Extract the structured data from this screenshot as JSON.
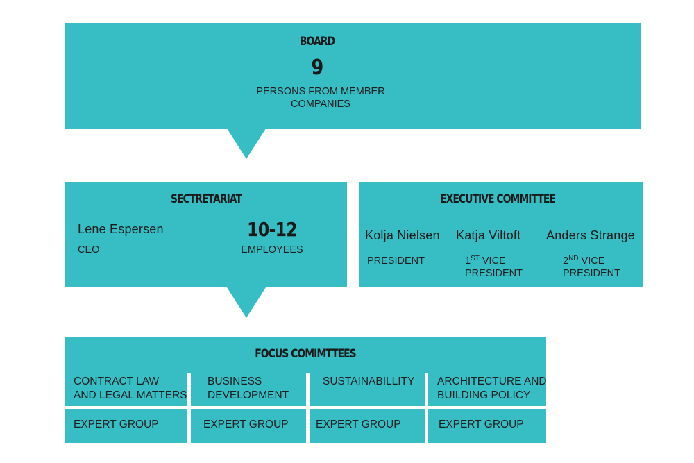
{
  "board": {
    "title": "BOARD",
    "count": "9",
    "caption_line1": "PERSONS FROM MEMBER",
    "caption_line2": "COMPANIES"
  },
  "secretariat": {
    "title": "SECTRETARIAT",
    "person_name": "Lene Espersen",
    "person_role": "CEO",
    "count": "10-12",
    "count_label": "EMPLOYEES"
  },
  "executive": {
    "title": "EXECUTIVE COMMITTEE",
    "members": [
      {
        "name": "Kolja Nielsen",
        "role_line1": "PRESIDENT"
      },
      {
        "name": "Katja Viltoft",
        "ordinal_num": "1",
        "ordinal_sup": "ST",
        "role_line1_rest": " VICE",
        "role_line2": "PRESIDENT"
      },
      {
        "name": "Anders Strange",
        "ordinal_num": "2",
        "ordinal_sup": "ND",
        "role_line1_rest": " VICE",
        "role_line2": "PRESIDENT"
      }
    ]
  },
  "focus": {
    "title": "FOCUS COMIMTTEES",
    "committees": [
      {
        "line1": "CONTRACT LAW",
        "line2": "AND LEGAL MATTERS"
      },
      {
        "line1": "BUSINESS",
        "line2": "DEVELOPMENT"
      },
      {
        "line1": "SUSTAINABILLITY"
      },
      {
        "line1": "ARCHITECTURE AND",
        "line2": "BUILDING POLICY"
      }
    ],
    "expert_groups": [
      "EXPERT GROUP",
      "EXPERT GROUP",
      "EXPERT GROUP",
      "EXPERT GROUP"
    ]
  },
  "colors": {
    "box": "#37bec4",
    "divider": "#ffffff",
    "text": "#1a1a1a"
  }
}
